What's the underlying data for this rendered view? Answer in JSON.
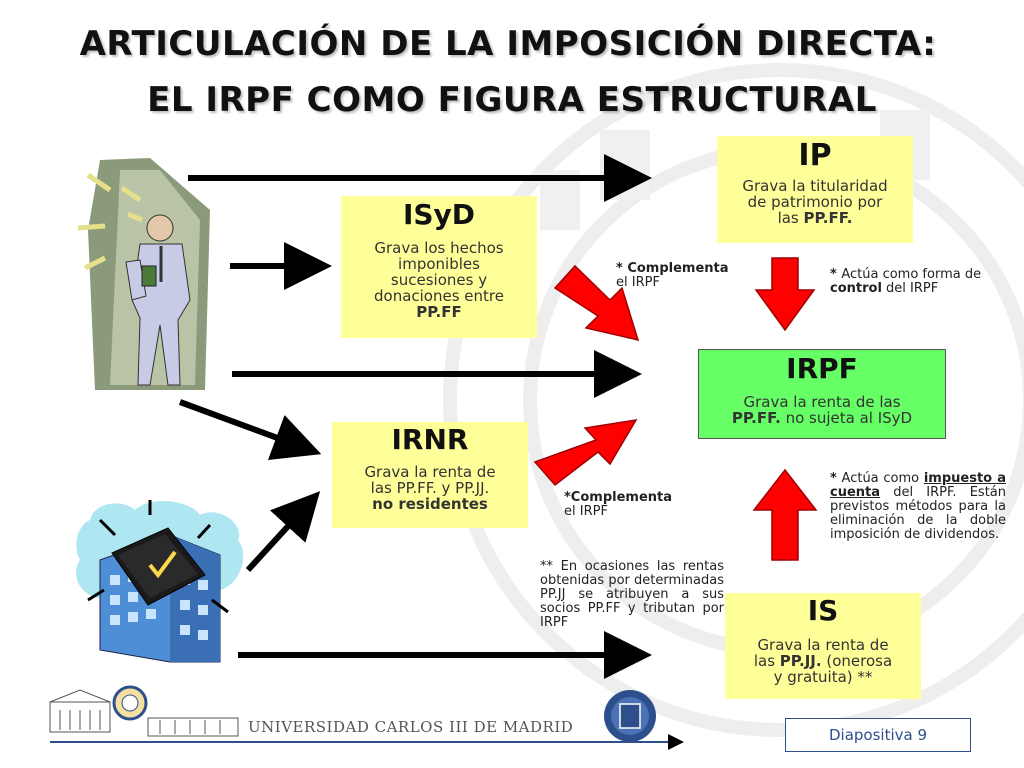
{
  "title": {
    "line1": "ARTICULACIÓN DE LA IMPOSICIÓN DIRECTA:",
    "line2": "EL IRPF COMO FIGURA ESTRUCTURAL"
  },
  "boxes": {
    "ip": {
      "title": "IP",
      "desc": [
        "Grava la titularidad",
        "de patrimonio por",
        "las ",
        "PP.FF."
      ]
    },
    "isyd": {
      "title": "ISyD",
      "desc": [
        "Grava los hechos",
        "imponibles",
        "sucesiones y",
        "donaciones entre",
        "PP.FF"
      ]
    },
    "irpf": {
      "title": "IRPF",
      "desc": [
        "Grava la renta de las",
        "PP.FF.",
        " no sujeta al ISyD"
      ]
    },
    "irnr": {
      "title": "IRNR",
      "desc": [
        "Grava la renta de",
        "las PP.FF. y PP.JJ.",
        "no residentes"
      ]
    },
    "is": {
      "title": "IS",
      "desc": [
        "Grava la renta de",
        "las ",
        "PP.JJ.",
        " (onerosa",
        "y gratuita) **"
      ]
    }
  },
  "notes": {
    "complementa1": {
      "bold": "* Complementa",
      "rest": "el IRPF"
    },
    "complementa2": {
      "bold": "*Complementa",
      "rest": "el IRPF"
    },
    "control": {
      "p1": "* ",
      "p2": "Actúa como forma de",
      "b": "control",
      "p3": " del IRPF"
    },
    "impuesto": {
      "star": "*",
      "p1": " Actúa como",
      "b": "impuesto a cuenta",
      "p2": "del IRPF. Están previstos métodos para la eliminación de la doble imposición de dividendos."
    },
    "ocasiones": "** En ocasiones las rentas obtenidas por determinadas PP.JJ se atribuyen a sus socios PP.FF y tributan por IRPF"
  },
  "footer": {
    "university": "UNIVERSIDAD CARLOS III DE MADRID",
    "slide": "Diapositiva 9"
  },
  "colors": {
    "yellow_box": "#ffff99",
    "green_box": "#66ff66",
    "red_arrow": "#ff0000",
    "footer_blue": "#2d4f8c"
  },
  "icons": [
    "person-icon",
    "building-icon",
    "university-logo-icon",
    "book-seal-icon"
  ]
}
